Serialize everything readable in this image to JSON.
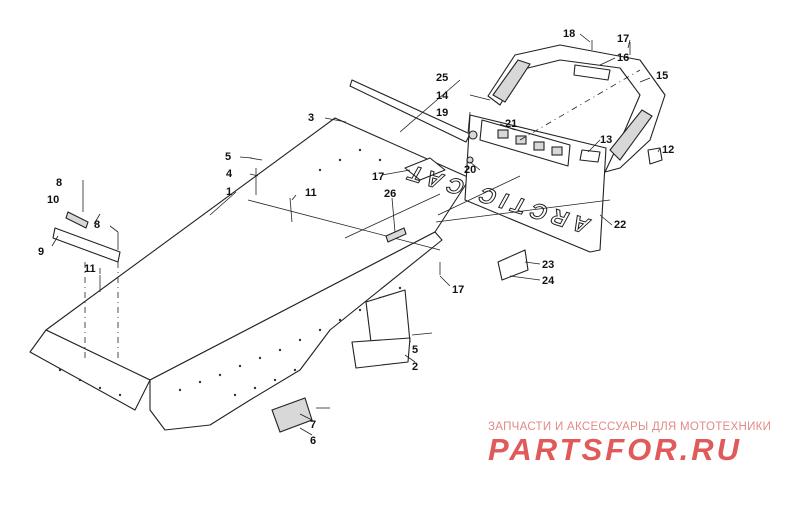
{
  "callouts": [
    {
      "id": "c1",
      "label": "1"
    },
    {
      "id": "c2",
      "label": "2"
    },
    {
      "id": "c3",
      "label": "3"
    },
    {
      "id": "c4",
      "label": "4"
    },
    {
      "id": "c5a",
      "label": "5"
    },
    {
      "id": "c5b",
      "label": "5"
    },
    {
      "id": "c6",
      "label": "6"
    },
    {
      "id": "c7",
      "label": "7"
    },
    {
      "id": "c8a",
      "label": "8"
    },
    {
      "id": "c8b",
      "label": "8"
    },
    {
      "id": "c9",
      "label": "9"
    },
    {
      "id": "c10",
      "label": "10"
    },
    {
      "id": "c11a",
      "label": "11"
    },
    {
      "id": "c11b",
      "label": "11"
    },
    {
      "id": "c12",
      "label": "12"
    },
    {
      "id": "c13",
      "label": "13"
    },
    {
      "id": "c14",
      "label": "14"
    },
    {
      "id": "c15",
      "label": "15"
    },
    {
      "id": "c16",
      "label": "16"
    },
    {
      "id": "c17a",
      "label": "17"
    },
    {
      "id": "c17b",
      "label": "17"
    },
    {
      "id": "c17c",
      "label": "17"
    },
    {
      "id": "c18",
      "label": "18"
    },
    {
      "id": "c19",
      "label": "19"
    },
    {
      "id": "c20",
      "label": "20"
    },
    {
      "id": "c21",
      "label": "21"
    },
    {
      "id": "c22",
      "label": "22"
    },
    {
      "id": "c23",
      "label": "23"
    },
    {
      "id": "c24",
      "label": "24"
    },
    {
      "id": "c25",
      "label": "25"
    },
    {
      "id": "c26",
      "label": "26"
    }
  ],
  "flap_logo": "ARCTIC CAT",
  "watermark": {
    "line1": "ЗАПЧАСТИ И АКСЕССУАРЫ ДЛЯ МОТОТЕХНИКИ",
    "line2": "PARTSFOR.RU"
  },
  "colors": {
    "ink": "#222222",
    "watermark_light": "#e28a86",
    "watermark_bold": "#e05a5a"
  }
}
